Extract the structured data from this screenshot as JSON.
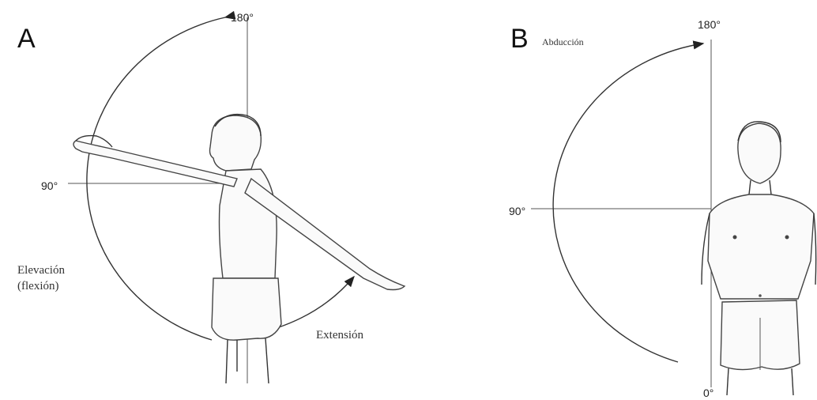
{
  "panel_a": {
    "letter": "A",
    "deg_180": "180°",
    "deg_90": "90°",
    "elevation_line1": "Elevación",
    "elevation_line2": "(flexión)",
    "extension": "Extensión"
  },
  "panel_b": {
    "letter": "B",
    "abduction": "Abducción",
    "deg_180": "180°",
    "deg_90": "90°",
    "deg_0": "0°"
  }
}
